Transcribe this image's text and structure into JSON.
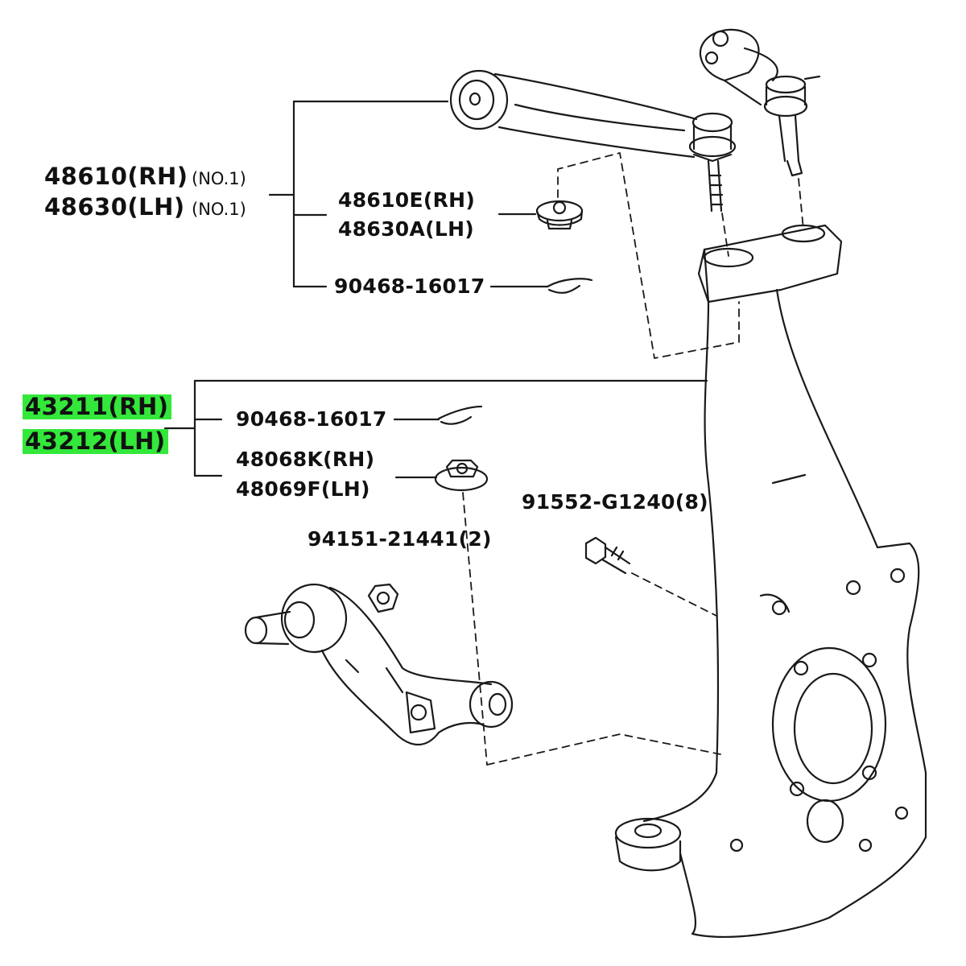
{
  "labels": {
    "upper_arm_rh": "48610(RH)",
    "upper_arm_lh": "48630(LH)",
    "upper_arm_no_rh": "(NO.1)",
    "upper_arm_no_lh": "(NO.1)",
    "bushing_rh": "48610E(RH)",
    "bushing_lh": "48630A(LH)",
    "cotter_pin_upper": "90468-16017",
    "knuckle_rh": "43211(RH)",
    "knuckle_lh": "43212(LH)",
    "cotter_pin_lower": "90468-16017",
    "nut_rh": "48068K(RH)",
    "nut_lh": "48069F(LH)",
    "bolt": "91552-G1240(8)",
    "lower_nut": "94151-21441(2)"
  },
  "colors": {
    "highlight": "#33e83a",
    "line": "#1a1a1a"
  }
}
